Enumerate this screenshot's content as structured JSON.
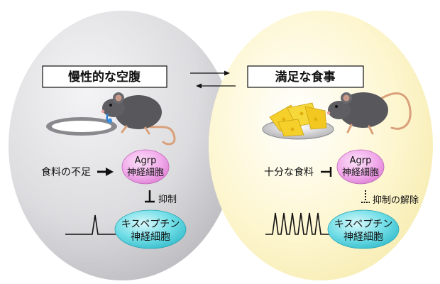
{
  "left": {
    "title": "慢性的な空腹",
    "input_label": "食料の不足",
    "agrp_line1": "Agrp",
    "agrp_line2": "神経細胞",
    "link_label": "抑制",
    "kiss_line1": "キスペプチン",
    "kiss_line2": "神経細胞"
  },
  "right": {
    "title": "満足な食事",
    "input_label": "十分な食料",
    "agrp_line1": "Agrp",
    "agrp_line2": "神経細胞",
    "link_label": "抑制の解除",
    "kiss_line1": "キスペプチン",
    "kiss_line2": "神経細胞"
  },
  "colors": {
    "left_bg": "#d9d9dc",
    "right_bg": "#fbf4c8",
    "agrp_fill": "#ef9ee8",
    "kiss_fill": "#5ad9e3",
    "mouse": "#5a5a5e",
    "tail": "#d9a07a",
    "cheese": "#f5cf2a"
  }
}
